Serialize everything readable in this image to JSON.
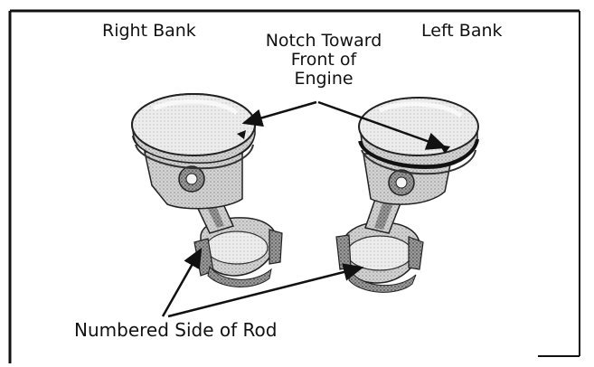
{
  "labels": {
    "right_bank": "Right Bank",
    "left_bank": "Left Bank",
    "notch_line1": "Notch Toward",
    "notch_line2": "Front of",
    "notch_line3": "Engine",
    "numbered_side": "Numbered Side of Rod"
  },
  "colors": {
    "frame": "#111111",
    "background": "#ffffff",
    "piston_light": "#e4e4e4",
    "piston_mid": "#b9b9b9",
    "piston_dark": "#6e6e6e"
  }
}
